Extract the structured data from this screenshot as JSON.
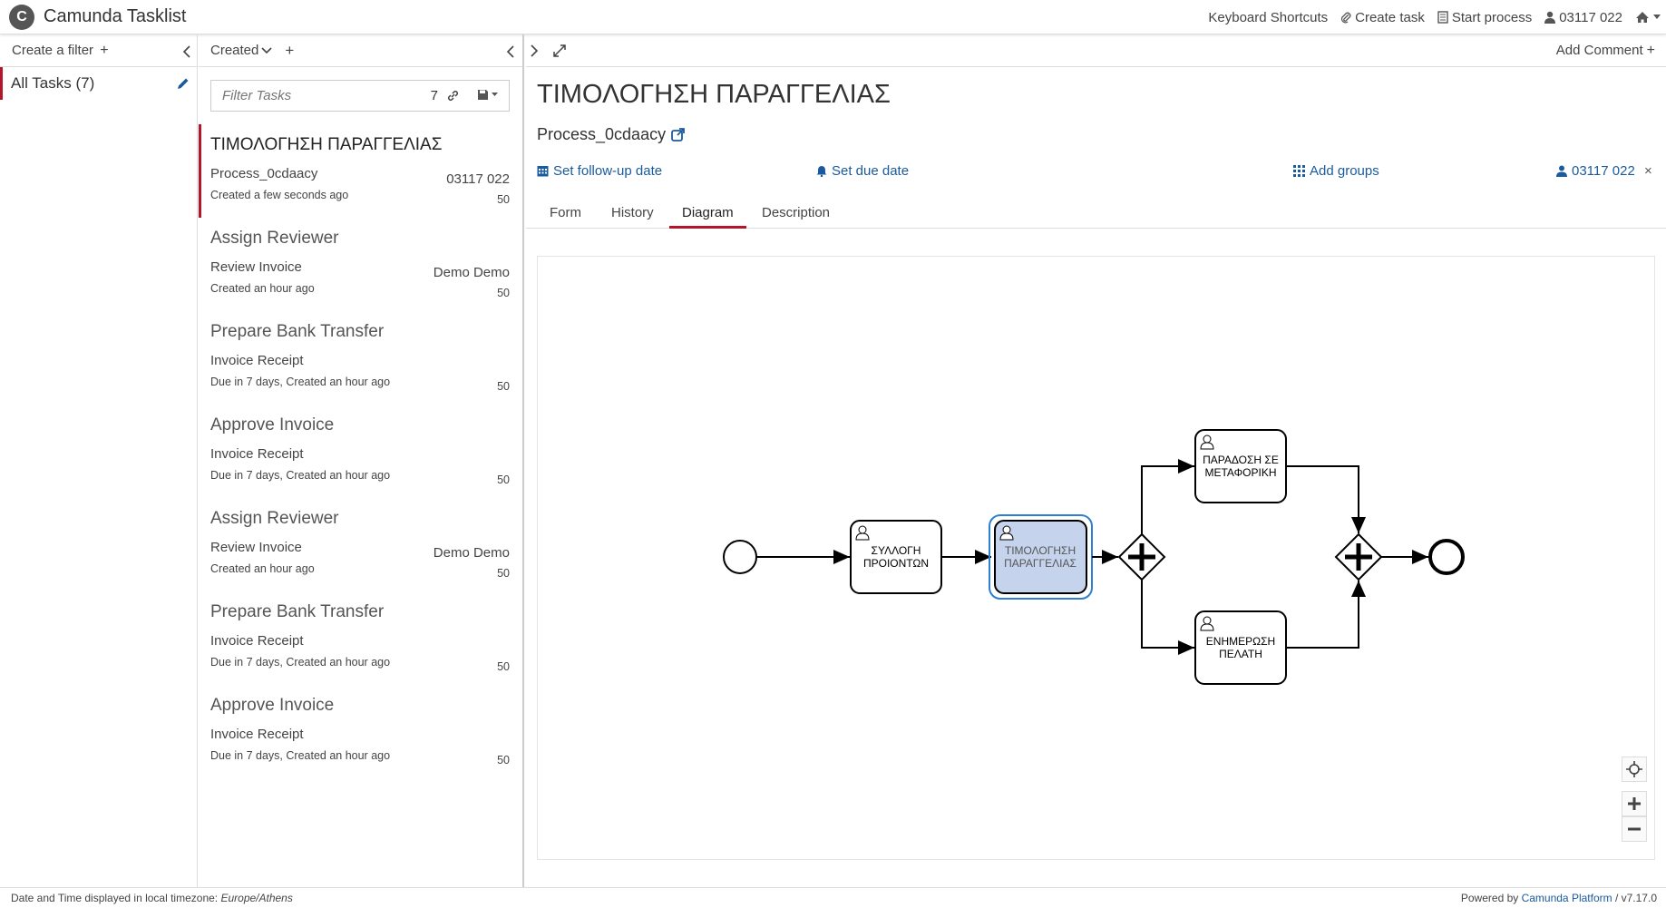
{
  "header": {
    "brand": "Camunda Tasklist",
    "logo_letter": "C",
    "nav": {
      "keyboard_shortcuts": "Keyboard Shortcuts",
      "create_task": "Create task",
      "start_process": "Start process",
      "user": "03117 022"
    }
  },
  "filters": {
    "create_label": "Create a filter",
    "items": [
      {
        "label": "All Tasks (7)"
      }
    ]
  },
  "tasklist": {
    "sort_label": "Created",
    "search_placeholder": "Filter Tasks",
    "count": "7",
    "tasks": [
      {
        "name": "ΤΙΜΟΛΟΓΗΣΗ ΠΑΡΑΓΓΕΛΙΑΣ",
        "process": "Process_0cdaacy",
        "assignee": "03117 022",
        "created": "Created a few seconds ago",
        "priority": "50"
      },
      {
        "name": "Assign Reviewer",
        "process": "Review Invoice",
        "assignee": "Demo Demo",
        "created": "Created an hour ago",
        "priority": "50"
      },
      {
        "name": "Prepare Bank Transfer",
        "process": "Invoice Receipt",
        "assignee": "",
        "created": "Due in 7 days, Created an hour ago",
        "priority": "50"
      },
      {
        "name": "Approve Invoice",
        "process": "Invoice Receipt",
        "assignee": "",
        "created": "Due in 7 days, Created an hour ago",
        "priority": "50"
      },
      {
        "name": "Assign Reviewer",
        "process": "Review Invoice",
        "assignee": "Demo Demo",
        "created": "Created an hour ago",
        "priority": "50"
      },
      {
        "name": "Prepare Bank Transfer",
        "process": "Invoice Receipt",
        "assignee": "",
        "created": "Due in 7 days, Created an hour ago",
        "priority": "50"
      },
      {
        "name": "Approve Invoice",
        "process": "Invoice Receipt",
        "assignee": "",
        "created": "Due in 7 days, Created an hour ago",
        "priority": "50"
      }
    ]
  },
  "detail": {
    "add_comment": "Add Comment",
    "title": "ΤΙΜΟΛΟΓΗΣΗ ΠΑΡΑΓΓΕΛΙΑΣ",
    "process": "Process_0cdaacy",
    "followup": "Set follow-up date",
    "due": "Set due date",
    "groups": "Add groups",
    "assignee": "03117 022",
    "tabs": [
      "Form",
      "History",
      "Diagram",
      "Description"
    ],
    "active_tab": "Diagram"
  },
  "diagram": {
    "tasks": [
      {
        "line1": "ΣΥΛΛΟΓΗ",
        "line2": "ΠΡΟΙΟΝΤΩΝ"
      },
      {
        "line1": "ΤΙΜΟΛΟΓΗΣΗ",
        "line2": "ΠΑΡΑΓΓΕΛΙΑΣ"
      },
      {
        "line1": "ΠΑΡΑΔΟΣΗ ΣΕ",
        "line2": "ΜΕΤΑΦΟΡΙΚΗ"
      },
      {
        "line1": "ΕΝΗΜΕΡΩΣΗ",
        "line2": "ΠΕΛΑΤΗ"
      }
    ]
  },
  "footer": {
    "left_text": "Date and Time displayed in local timezone: ",
    "timezone": "Europe/Athens",
    "powered": "Powered by ",
    "platform": "Camunda Platform",
    "version": " / v7.17.0"
  },
  "colors": {
    "accent": "#b5152b",
    "link": "#1a5a9e",
    "highlight": "#c5d3ec",
    "highlight_border": "#2f7fd0"
  }
}
